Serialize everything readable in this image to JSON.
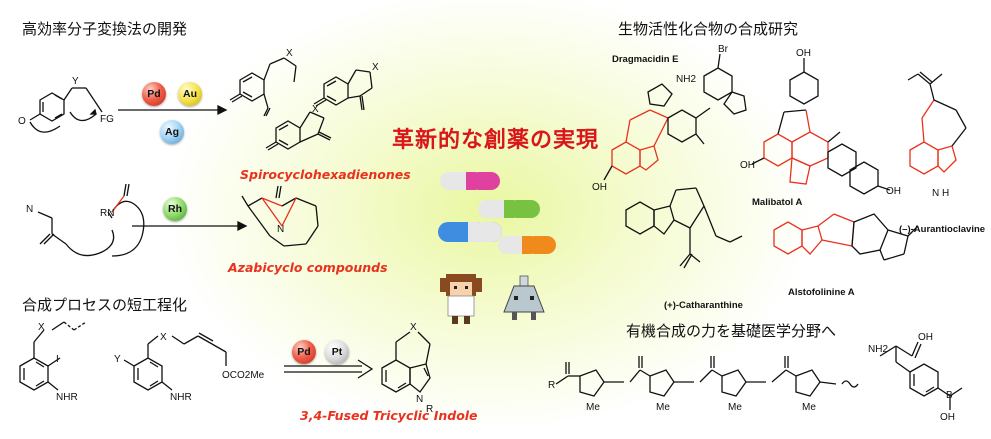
{
  "headings": {
    "top_left": "高効率分子変換法の開発",
    "mid_left": "合成プロセスの短工程化",
    "top_right": "生物活性化合物の合成研究",
    "bottom_right": "有機合成の力を基礎医学分野へ"
  },
  "center_title": "革新的な創薬の実現",
  "products": {
    "spiro": "Spirocyclohexadienones",
    "azabicyclo": "Azabicyclo compounds",
    "indole": "3,4-Fused Tricyclic Indole"
  },
  "catalysts": {
    "row1": [
      "Pd",
      "Au",
      "Ag"
    ],
    "row2": [
      "Rh"
    ],
    "row3": [
      "Pd",
      "Pt"
    ]
  },
  "natural_products": {
    "dragmacidin": "Dragmacidin E",
    "malibatol": "Malibatol A",
    "aurantioclavine": "(–)-Aurantioclavine",
    "catharanthine": "(+)-Catharanthine",
    "alstofolinine": "Alstofolinine A"
  },
  "structure_labels": {
    "fg": "FG",
    "y": "Y",
    "x": "X",
    "o_minus": "O",
    "n2": "N",
    "rn": "RN",
    "nhr": "NHR",
    "i": "I",
    "oco2me": "OCO2Me",
    "r": "R",
    "n": "N",
    "me": "Me",
    "nh": "N H",
    "br": "Br",
    "oh": "OH",
    "nh2": "NH2",
    "b": "B"
  },
  "colors": {
    "accent_red": "#e8321e",
    "title_red": "#d9161a"
  }
}
